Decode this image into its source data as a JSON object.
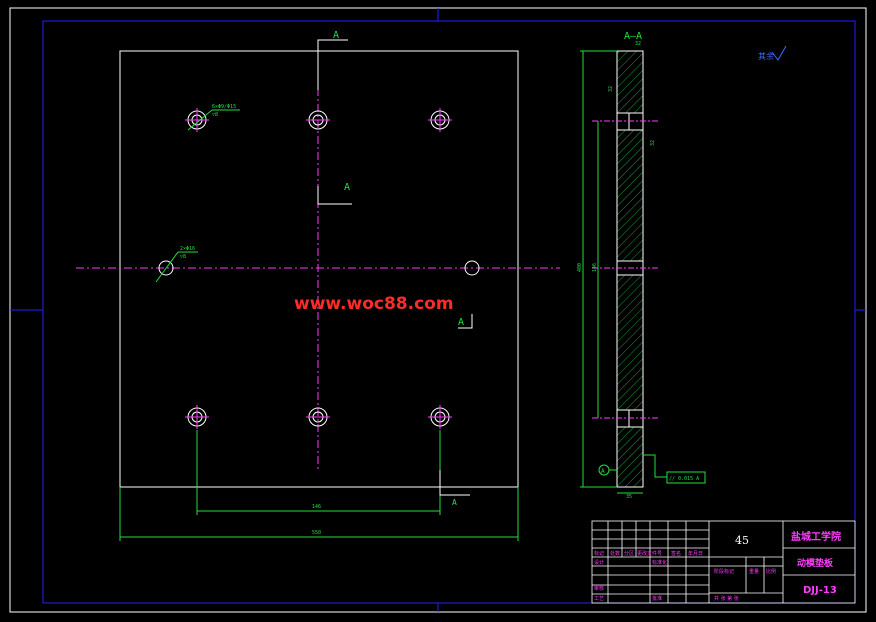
{
  "watermark": "www.woc88.com",
  "colors": {
    "outline": "#ffffff",
    "frame": "#2020ff",
    "dimension": "#20e040",
    "centerline": "#ff3cff",
    "hatch": "#20c040",
    "watermark": "#ff2a2a",
    "title_text": "#ff3cff"
  },
  "front_view": {
    "section_mark_top": "A",
    "section_mark_mid": "A",
    "section_mark_right": "A",
    "section_mark_bottom": "A",
    "hole_note_top": "6×Φ9/Φ15",
    "hole_note_top_sub": "▽8",
    "hole_note_left": "2×Φ16",
    "hole_note_left_sub": "▽8",
    "dim_hole_spacing": "146",
    "dim_overall_width": "550"
  },
  "section_view": {
    "title": "A–A",
    "dim_top": "32",
    "dim_side_a": "32",
    "dim_side_b": "32",
    "dim_height": "400",
    "dim_inner": "146",
    "dim_thickness": "35",
    "datum_label": "A",
    "tolerance_frame": "// 0.015 A"
  },
  "surface_finish": "其余",
  "title_block": {
    "material": "45",
    "school": "盐城工学院",
    "part_name": "动模垫板",
    "drawing_no": "DJJ-13",
    "grid_labels": [
      "标记",
      "处数",
      "分区",
      "更改文件号",
      "签名",
      "年月日"
    ],
    "row_design": "设计",
    "row_standard": "标准化",
    "row_review": "审核",
    "row_process": "工艺",
    "row_approve": "批准",
    "stage_label": "阶段标记",
    "weight_label": "重量",
    "scale_label": "比例",
    "sheet_labels": "共  张  第  张"
  }
}
